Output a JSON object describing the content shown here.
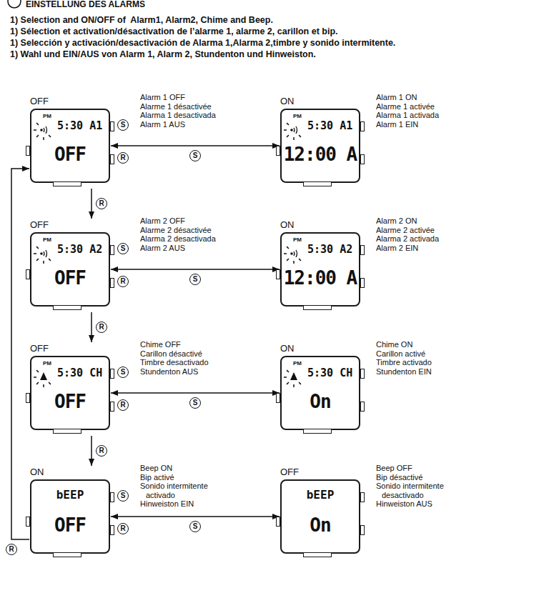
{
  "diagram": {
    "title": "EINSTELLUNG DES ALARMS",
    "nodes": [
      {
        "text": [
          "OFF",
          "PM",
          "5:30 A1",
          "OFF"
        ]
      },
      {
        "text": [
          "ON",
          "PM",
          "5:30 A1",
          "12:00 A"
        ]
      },
      {
        "text": [
          "OFF",
          "PM",
          "5:30 A2",
          "OFF"
        ]
      },
      {
        "text": [
          "ON",
          "PM",
          "5:30 A2",
          "12:00 A"
        ]
      },
      {
        "text": [
          "OFF",
          "PM",
          "5:30 CH",
          "OFF"
        ]
      },
      {
        "text": [
          "ON",
          "PM",
          "5:30 CH",
          "On"
        ]
      },
      {
        "text": [
          "ON",
          "bEEP",
          "OFF"
        ]
      },
      {
        "text": [
          "OFF",
          "bEEP",
          "On"
        ]
      }
    ],
    "edges": [
      {
        "from": 0,
        "to": 1,
        "arrow": "both",
        "label": "S"
      },
      {
        "from": 0,
        "to": 2,
        "arrow": "to",
        "label": "R"
      },
      {
        "from": 2,
        "to": 3,
        "arrow": "both",
        "label": "S"
      },
      {
        "from": 2,
        "to": 4,
        "arrow": "to",
        "label": "R"
      },
      {
        "from": 4,
        "to": 5,
        "arrow": "both",
        "label": "S"
      },
      {
        "from": 4,
        "to": 6,
        "arrow": "to",
        "label": "R"
      },
      {
        "from": 6,
        "to": 7,
        "arrow": "both",
        "label": "S"
      },
      {
        "from": 6,
        "to": 0,
        "arrow": "to",
        "label": "R"
      }
    ],
    "labels": [
      "1) Selection and ON/OFF of  Alarm1, Alarm2, Chime and Beep.",
      "1) Sélection et activation/désactivation de l’alarme 1, alarme 2, carillon et bip.",
      "1) Selección y activación/desactivación de Alarma 1,Alarma 2,timbre y sonido intermitente.",
      "1) Wahl und EIN/AUS von Alarm 1, Alarm 2, Stundenton und Hinweiston.",
      "Alarm 1 OFF",
      "Alarme 1 désactivée",
      "Alarma 1 desactivada",
      "Alarm 1 AUS",
      "Alarm 1 ON",
      "Alarme 1 activée",
      "Alarma 1 activada",
      "Alarm 1 EIN",
      "Alarm 2 OFF",
      "Alarme 2 désactivée",
      "Alarma 2 desactivada",
      "Alarm 2 AUS",
      "Alarm 2 ON",
      "Alarme 2 activée",
      "Alarma 2 activada",
      "Alarm 2 EIN",
      "Chime OFF",
      "Carillon désactivé",
      "Timbre desactivado",
      "Stundenton AUS",
      "Chime ON",
      "Carillon activé",
      "Timbre activado",
      "Stundenton EIN",
      "Beep ON",
      "Bip activé",
      "Sonido intermitente activado",
      "Hinweiston EIN",
      "Beep OFF",
      "Bip désactivé",
      "Sonido intermitente desactivado",
      "Hinweiston AUS",
      "S",
      "R",
      "S",
      "R",
      "S",
      "R",
      "S",
      "R"
    ]
  }
}
